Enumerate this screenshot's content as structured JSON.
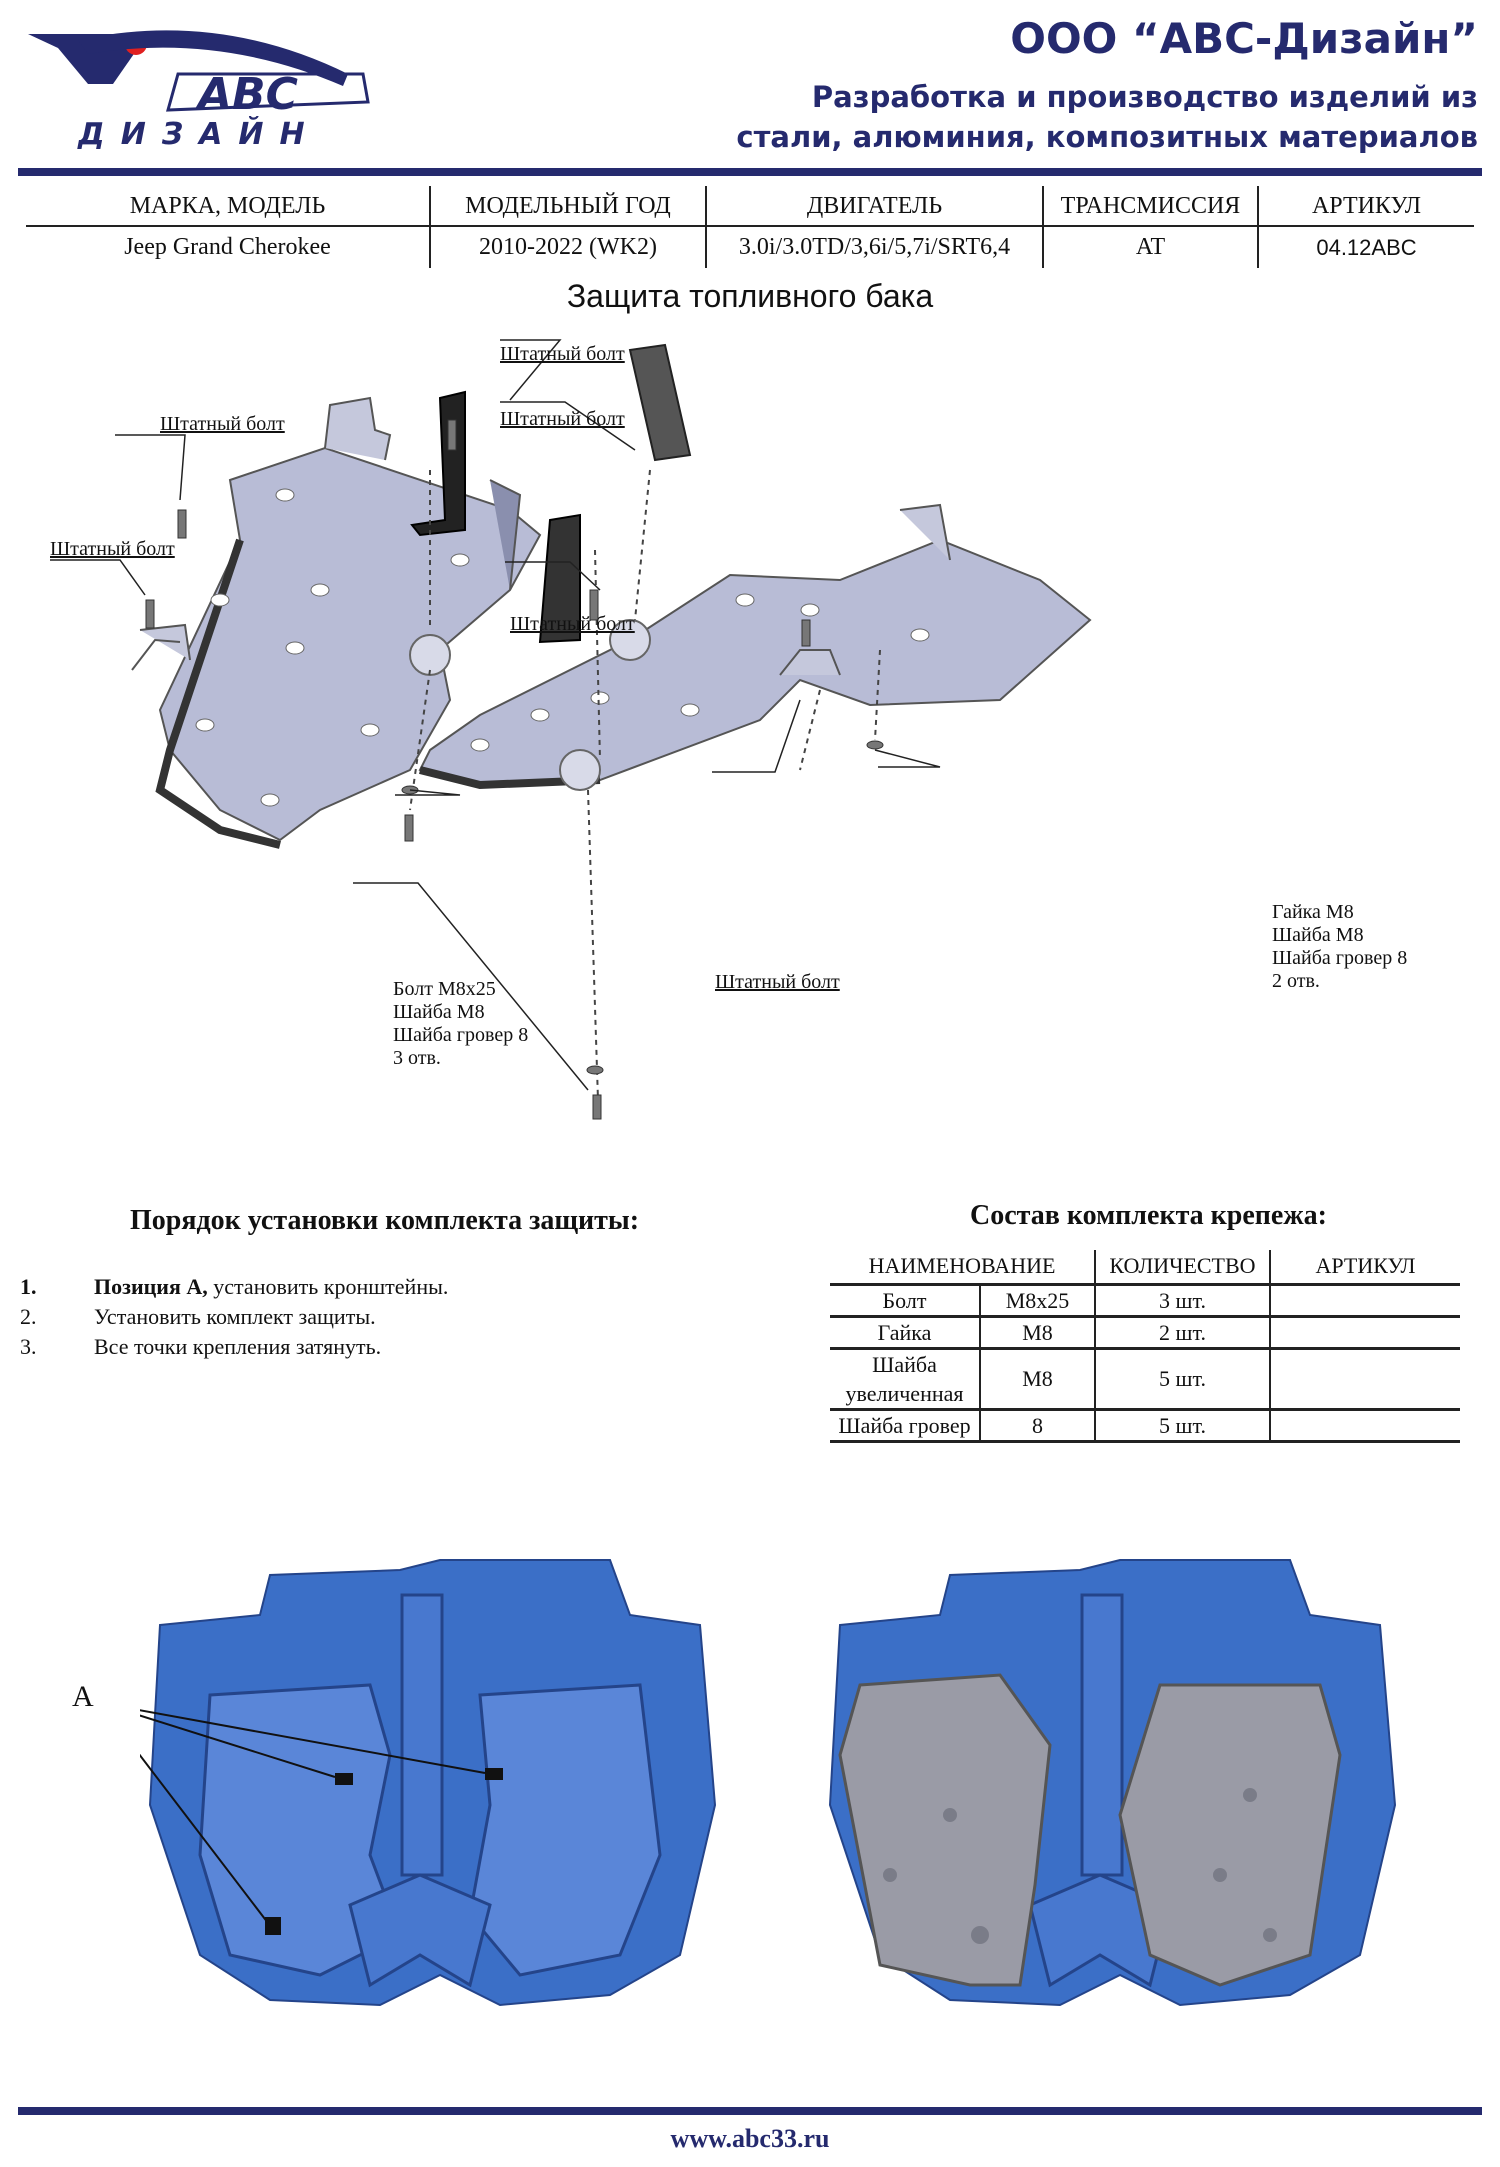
{
  "header": {
    "logo_text": "АВС",
    "logo_subtext": "ДИЗАЙН",
    "company": "ООО “АВС-Дизайн”",
    "tagline_line1": "Разработка и производство изделий из",
    "tagline_line2": "стали, алюминия, композитных материалов",
    "brand_color": "#252a6e",
    "accent_color": "#e02020"
  },
  "vehicle_table": {
    "headers": [
      "МАРКА, МОДЕЛЬ",
      "МОДЕЛЬНЫЙ ГОД",
      "ДВИГАТЕЛЬ",
      "ТРАНСМИССИЯ",
      "АРТИКУЛ"
    ],
    "row": [
      "Jeep Grand Cherokee",
      "2010-2022 (WK2)",
      "3.0i/3.0TD/3,6i/5,7i/SRT6,4",
      "AT",
      "04.12ABC"
    ]
  },
  "title": "Защита топливного бака",
  "diagram": {
    "labels": {
      "std_bolt_1": "Штатный болт",
      "std_bolt_2": "Штатный болт",
      "std_bolt_3": "Штатный болт",
      "std_bolt_4": "Штатный болт",
      "std_bolt_5": "Штатный болт",
      "std_bolt_6": "Штатный болт"
    },
    "bolt_note": [
      "Болт М8х25",
      "Шайба М8",
      "Шайба гровер 8",
      "3 отв."
    ],
    "nut_note": [
      "Гайка М8",
      "Шайба М8",
      "Шайба гровер 8",
      "2 отв."
    ]
  },
  "install": {
    "title": "Порядок установки комплекта защиты:",
    "steps": [
      {
        "num": "1.",
        "bold": "Позиция А,",
        "text": " установить кронштейны."
      },
      {
        "num": "2.",
        "bold": "",
        "text": "Установить комплект защиты."
      },
      {
        "num": "3.",
        "bold": "",
        "text": "Все точки крепления затянуть."
      }
    ]
  },
  "fasteners": {
    "title": "Состав комплекта крепежа:",
    "headers": [
      "НАИМЕНОВАНИЕ",
      "КОЛИЧЕСТВО",
      "АРТИКУЛ"
    ],
    "rows": [
      {
        "name": "Болт",
        "size": "М8х25",
        "qty": "3 шт.",
        "sku": ""
      },
      {
        "name": "Гайка",
        "size": "М8",
        "qty": "2 шт.",
        "sku": ""
      },
      {
        "name": "Шайба увеличенная",
        "size": "М8",
        "qty": "5 шт.",
        "sku": ""
      },
      {
        "name": "Шайба гровер",
        "size": "8",
        "qty": "5 шт.",
        "sku": ""
      }
    ]
  },
  "photos": {
    "position_label": "А",
    "scan_color": "#3b6fc7",
    "plate_color": "#9a9ba6"
  },
  "footer": {
    "website": "www.abc33.ru"
  }
}
